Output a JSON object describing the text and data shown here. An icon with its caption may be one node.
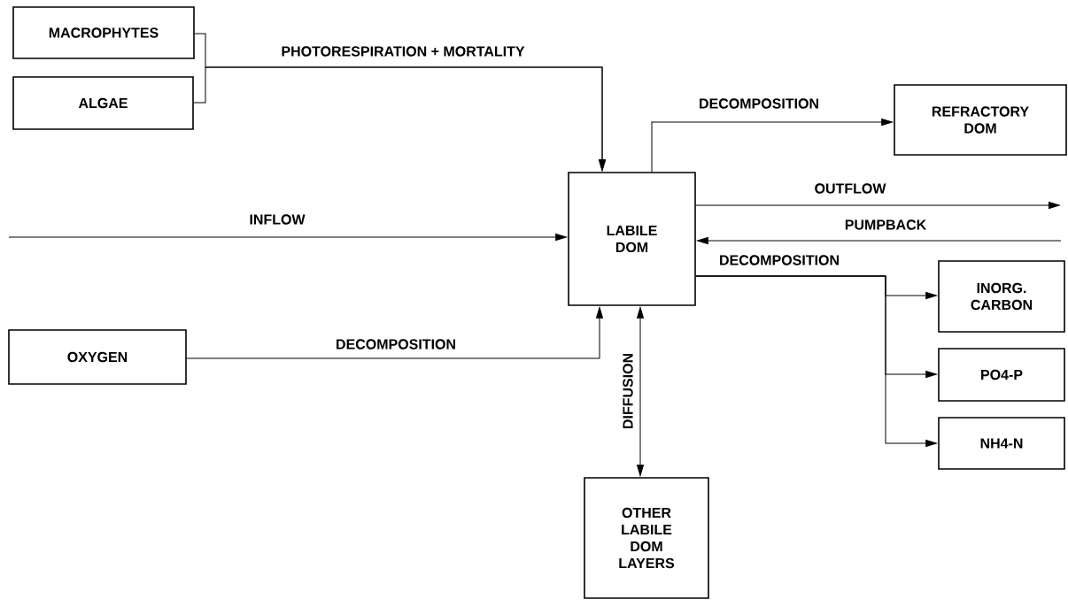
{
  "diagram": {
    "nodes": [
      {
        "text": [
          "MACROPHYTES"
        ]
      },
      {
        "text": [
          "ALGAE"
        ]
      },
      {
        "text": [
          "LABILE DOM"
        ]
      },
      {
        "text": [
          "REFRACTORY DOM"
        ]
      },
      {
        "text": [
          "INORG. CARBON"
        ]
      },
      {
        "text": [
          "PO4-P"
        ]
      },
      {
        "text": [
          "NH4-N"
        ]
      },
      {
        "text": [
          "OXYGEN"
        ]
      },
      {
        "text": [
          "OTHER LABILE DOM LAYERS"
        ]
      }
    ],
    "edges": [
      {
        "from": 0,
        "to": 2,
        "arrow": "to",
        "label": "PHOTORESPIRATION + MORTALITY"
      },
      {
        "from": 1,
        "to": 2,
        "arrow": "to"
      },
      {
        "from": 2,
        "to": 3,
        "arrow": "to",
        "label": "DECOMPOSITION"
      },
      {
        "from": 2,
        "to": null,
        "arrow": "to",
        "label": "OUTFLOW"
      },
      {
        "from": null,
        "to": 2,
        "arrow": "to",
        "label": "PUMPBACK"
      },
      {
        "from": null,
        "to": 2,
        "arrow": "to",
        "label": "INFLOW"
      },
      {
        "from": 2,
        "to": 4,
        "arrow": "to",
        "label": "DECOMPOSITION"
      },
      {
        "from": 2,
        "to": 5,
        "arrow": "to"
      },
      {
        "from": 2,
        "to": 6,
        "arrow": "to"
      },
      {
        "from": 7,
        "to": 2,
        "arrow": "to",
        "label": "DECOMPOSITION"
      },
      {
        "from": 2,
        "to": 8,
        "arrow": "both",
        "label": "DIFFUSION"
      }
    ]
  }
}
